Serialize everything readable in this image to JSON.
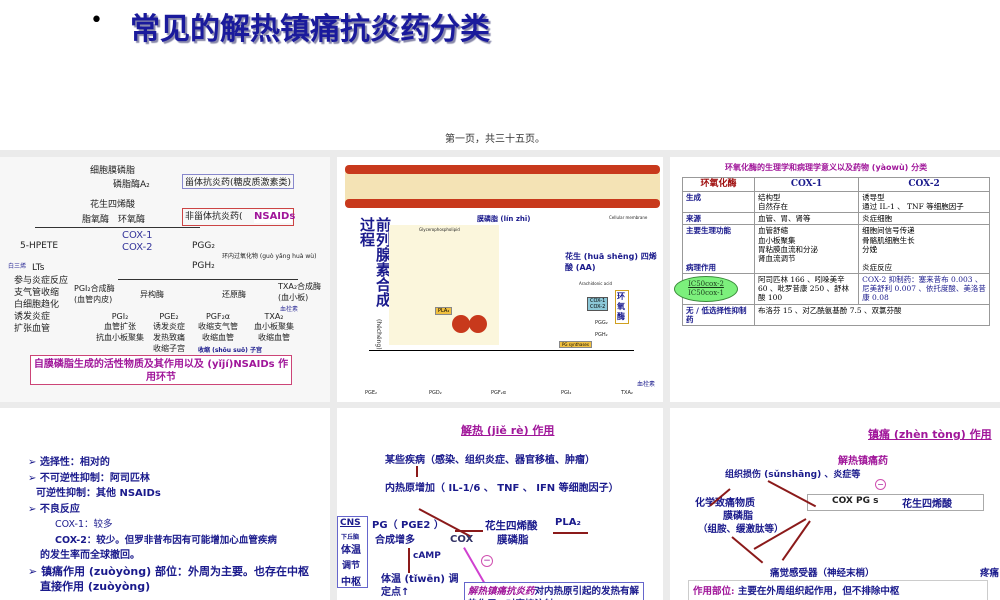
{
  "slide1": {
    "bullet": "•",
    "title": "常见的解热镇痛抗炎药分类",
    "footer": "第一页，共三十五页。"
  },
  "slide2": {
    "nodes": [
      "细胞膜磷脂",
      "磷脂酶A₂",
      "花生四烯酸",
      "脂氧酶",
      "环氧酶",
      "5-HPETE",
      "LTs",
      "PGG₂",
      "PGH₂",
      "COX-1",
      "COX-2"
    ],
    "steroid": "甾体抗炎药(糖皮质激素类)",
    "nsaid": "非甾体抗炎药(",
    "nsaid_badge": "NSAIDs",
    "peroxide": "环内过氧化物 (guò yǎng huà wù)",
    "white3": "白三烯",
    "lts_effects": [
      "参与炎症反应",
      "支气管收缩",
      "白细胞趋化",
      "诱发炎症",
      "扩张血管"
    ],
    "enzymes": [
      "PGI₂合成酶\n(血管内皮)",
      "异构酶",
      "还原酶",
      "TXA₂合成酶\n(血小板)"
    ],
    "thrombo": "血栓素",
    "products": [
      {
        "name": "PGI₂",
        "effects": "血管扩张\n抗血小板聚集"
      },
      {
        "name": "PGE₂",
        "effects": "诱发炎症\n发热致痛\n收缩子宫"
      },
      {
        "name": "PGF₂α",
        "effects": "收缩支气管\n收缩血管"
      },
      {
        "name": "TXA₂",
        "effects": "血小板聚集\n收缩血管"
      }
    ],
    "contract_uterus": "收缩 (shōu suō) 子宫",
    "caption": "自膜磷脂生成的活性物质及其作用以及 (yǐjí)NSAIDs 作用环节"
  },
  "slide3": {
    "title_vertical": "前列腺素合成过程",
    "pinyin": "(héchéng)",
    "membrane_label": "膜磷脂 (lín zhī)",
    "cellular": "Cellular membrane",
    "glycero": "Glycerophospholipid",
    "pla2": "PLA₂",
    "aa": "花生 (huā shēng) 四烯酸 (AA)",
    "arachidonic": "Arachidonic acid",
    "cox_box": "COX-1\nCOX-2",
    "cox_label": "环氧酶",
    "pgg2": "PGG₂",
    "pgh2": "PGH₂",
    "synthases": "PG synthases",
    "products": [
      "PGE₂",
      "PGD₂",
      "PGF₂α",
      "PGI₂",
      "TXA₂"
    ],
    "thrombo": "血栓素",
    "colors": {
      "lipid_head": "#c8391c",
      "bg_panel": "#fbf6dc"
    }
  },
  "slide4": {
    "title": "环氧化酶的生理学和病理学意义以及药物 (yàowù) 分类",
    "headers": [
      "环氧化酶",
      "COX-1",
      "COX-2"
    ],
    "rows": [
      [
        "生成",
        "结构型\n自然存在",
        "诱导型\n通过 IL-1 、 TNF 等细胞因子"
      ],
      [
        "来源",
        "血管、胃、肾等",
        "炎症细胞"
      ],
      [
        "主要生理功能\n\n\n\n病理作用",
        "血管舒缩\n血小板聚集\n胃粘膜血流和分泌\n肾血流调节",
        "细胞间信号传递\n骨骼肌细胞生长\n分娩\n\n炎症反应"
      ],
      [
        "",
        "阿司匹林 166 、吲哚美辛 60 、吡罗昔康 250 、舒林酸 100",
        "COX-2 抑制药：塞来昔布 0.003 、尼美舒利 0.007 、依托度酸、美洛昔康 0.08"
      ],
      [
        "无 / 低选择性抑制药",
        "布洛芬 15 、对乙酰氨基酚 7.5 、双氯芬酸",
        ""
      ]
    ],
    "cloud": [
      "IC50cox-2",
      "IC50cox-1"
    ]
  },
  "slide5": {
    "items": [
      {
        "arrow": "➢",
        "text": "选择性：相对的"
      },
      {
        "arrow": "➢",
        "text": "不可逆性抑制：阿司匹林"
      },
      {
        "arrow": "",
        "text": "可逆性抑制：其他 NSAIDs"
      },
      {
        "arrow": "➢",
        "text": " 不良反应"
      },
      {
        "arrow": "",
        "text": "COX-1：较多"
      },
      {
        "arrow": "",
        "text": "COX-2：较少。但罗非昔布因有可能增加心血管疾病"
      },
      {
        "arrow": "",
        "text": "的发生率而全球撤回。"
      },
      {
        "arrow": "➢",
        "text": "镇痛作用 (zuòyòng) 部位：外周为主要。也存在中枢"
      },
      {
        "arrow": "",
        "text": "直接作用 (zuòyòng)"
      }
    ]
  },
  "slide6": {
    "title": "解热 (jiě rè) 作用",
    "l1": "某些疾病（感染、组织炎症、器官移植、肿瘤）",
    "l2": "内热原增加（ IL-1/6 、 TNF 、 IFN 等细胞因子）",
    "aa": "花生四烯酸",
    "pl": "膜磷脂",
    "pla2": "PLA₂",
    "cox": "COX",
    "pg": "PG（ PGE2 ）",
    "pg2": "合成增多",
    "cns": [
      "CNS",
      "下丘脑",
      "体温",
      "调节",
      "中枢"
    ],
    "camp": "cAMP",
    "setpoint": "体温 (tǐwēn) 调定点↑",
    "minus": "−",
    "note_mag": "解热镇痛抗炎药",
    "note": "对内热原引起的发热有解热作用，对直接注射 PG"
  },
  "slide7": {
    "title": "镇痛 (zhèn tòng) 作用",
    "drug": "解热镇痛药",
    "injury": "组织损伤 (sǔnshāng) 、炎症等",
    "chem": "化学致痛物质",
    "pl": "膜磷脂",
    "hist": "（组胺、缓激肽等）",
    "box_left": "COX  PG s",
    "box_right": "花生四烯酸",
    "receptor": "痛觉感受器（神经末梢）",
    "pain": "疼痛",
    "minus": "−",
    "site_label": "作用部位:",
    "site": "主要在外周组织起作用，但不排除中枢"
  }
}
